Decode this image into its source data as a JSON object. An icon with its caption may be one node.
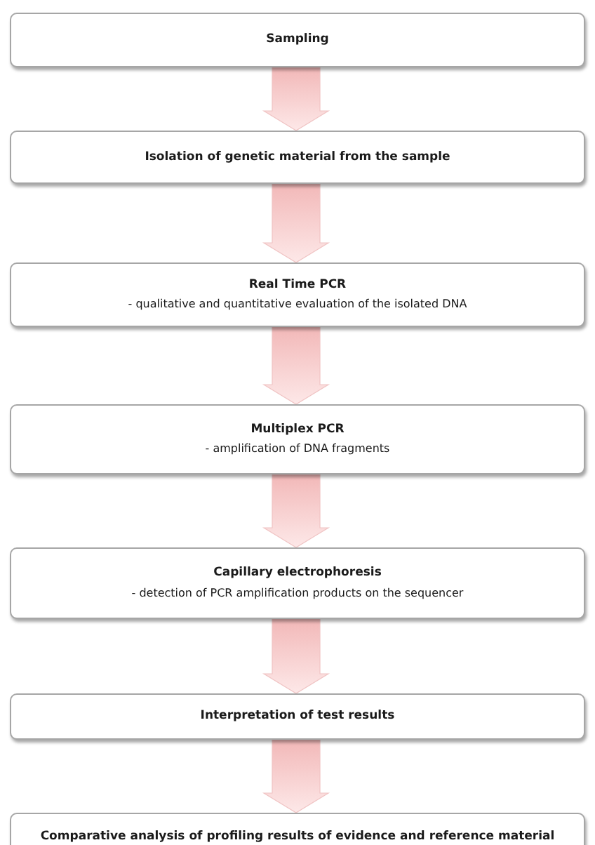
{
  "diagram": {
    "nodes": [
      {
        "text": [
          "Sampling"
        ]
      },
      {
        "text": [
          "Isolation of genetic material from the sample"
        ]
      },
      {
        "text": [
          "Real Time PCR",
          "- qualitative and quantitative evaluation of the isolated DNA"
        ]
      },
      {
        "text": [
          "Multiplex PCR",
          "- amplification of DNA fragments"
        ]
      },
      {
        "text": [
          "Capillary electrophoresis",
          "- detection of PCR amplification products on the sequencer"
        ]
      },
      {
        "text": [
          "Interpretation of test results"
        ]
      },
      {
        "text": [
          "Comparative analysis of profiling results of evidence and reference material"
        ]
      }
    ],
    "edges": [
      {
        "from": 0,
        "to": 1,
        "arrow": "to"
      },
      {
        "from": 1,
        "to": 2,
        "arrow": "to"
      },
      {
        "from": 2,
        "to": 3,
        "arrow": "to"
      },
      {
        "from": 3,
        "to": 4,
        "arrow": "to"
      },
      {
        "from": 4,
        "to": 5,
        "arrow": "to"
      },
      {
        "from": 5,
        "to": 6,
        "arrow": "to"
      }
    ]
  }
}
